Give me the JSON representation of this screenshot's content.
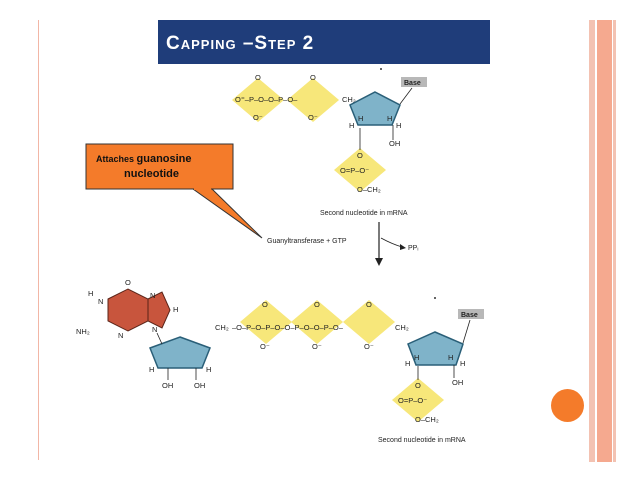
{
  "slide": {
    "title": "Capping –Step 2"
  },
  "callout": {
    "line1_prefix": "Attaches ",
    "line1_emph": "guanosine",
    "line2": "nucleotide"
  },
  "top_structure": {
    "base_label": "Base",
    "oh_label": "OH",
    "ch2_label": "CH₂",
    "caption": "Second nucleotide in mRNA"
  },
  "reaction": {
    "enzyme_label": "Guanyltransferase + GTP",
    "product_label": "PPᵢ"
  },
  "bottom_structure": {
    "base_label": "Base",
    "oh_left": "OH",
    "oh_right": "OH",
    "oh_3prime": "OH",
    "ch2_label": "CH₂",
    "caption": "Second nucleotide in mRNA"
  },
  "colors": {
    "title_bg": "#1f3d7a",
    "callout_bg": "#f47b2a",
    "phosphate_bg": "#f7e77a",
    "ribose_fill": "#7fb3c9",
    "guanine_fill": "#c8553d",
    "accent_dot": "#f47b2a"
  }
}
